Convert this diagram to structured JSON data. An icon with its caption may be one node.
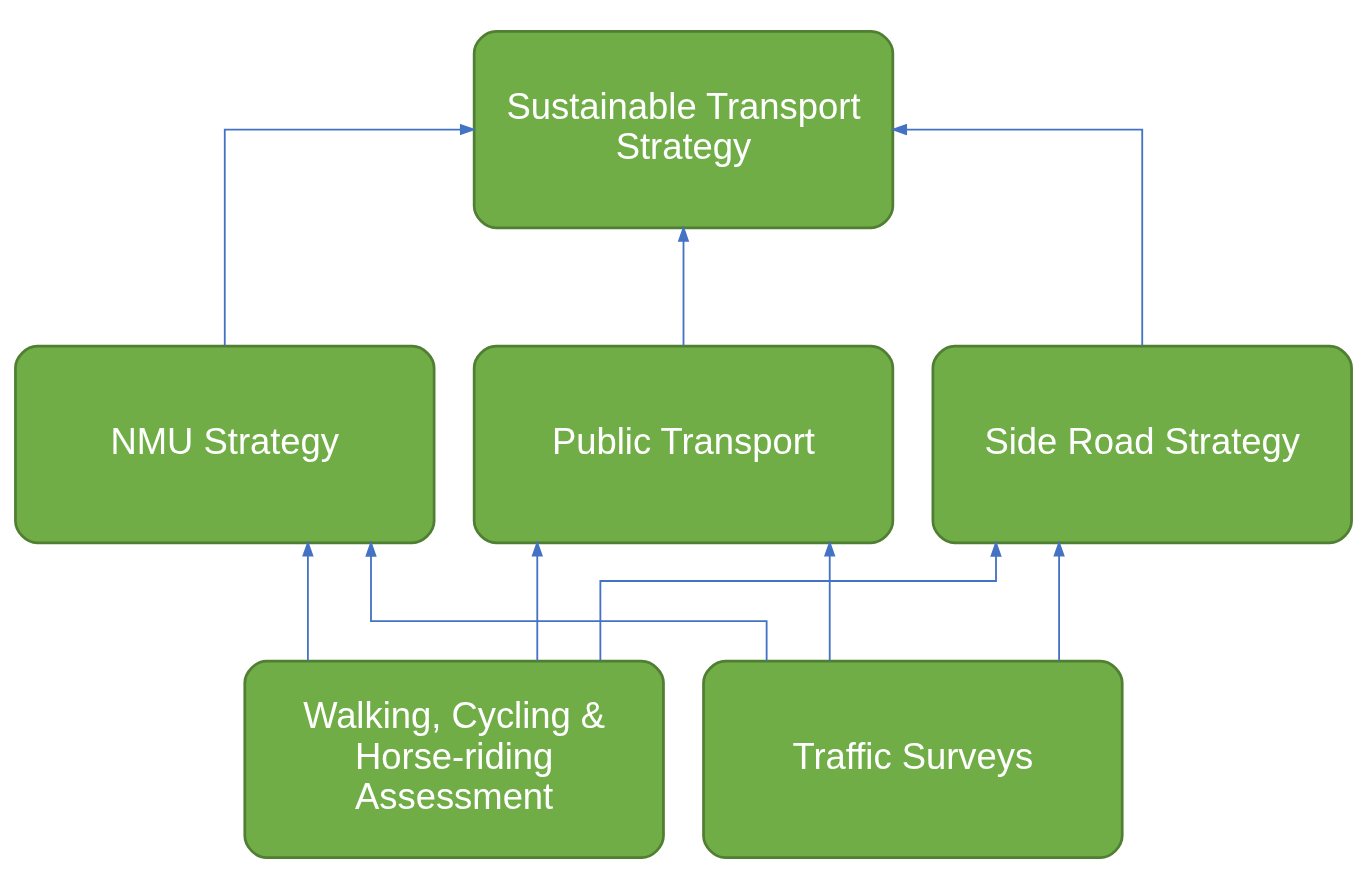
{
  "diagram": {
    "nodes": [
      {
        "text": [
          "Sustainable Transport Strategy"
        ]
      },
      {
        "text": [
          "NMU Strategy"
        ]
      },
      {
        "text": [
          "Public Transport"
        ]
      },
      {
        "text": [
          "Side Road Strategy"
        ]
      },
      {
        "text": [
          "Walking, Cycling & Horse-riding Assessment"
        ]
      },
      {
        "text": [
          "Traffic Surveys"
        ]
      }
    ],
    "edges": [
      {
        "from": 1,
        "to": 0,
        "arrow": "to"
      },
      {
        "from": 2,
        "to": 0,
        "arrow": "to"
      },
      {
        "from": 3,
        "to": 0,
        "arrow": "to"
      },
      {
        "from": 4,
        "to": 1,
        "arrow": "to"
      },
      {
        "from": 4,
        "to": 2,
        "arrow": "to"
      },
      {
        "from": 4,
        "to": 3,
        "arrow": "to"
      },
      {
        "from": 5,
        "to": 1,
        "arrow": "to"
      },
      {
        "from": 5,
        "to": 2,
        "arrow": "to"
      },
      {
        "from": 5,
        "to": 3,
        "arrow": "to"
      }
    ]
  }
}
